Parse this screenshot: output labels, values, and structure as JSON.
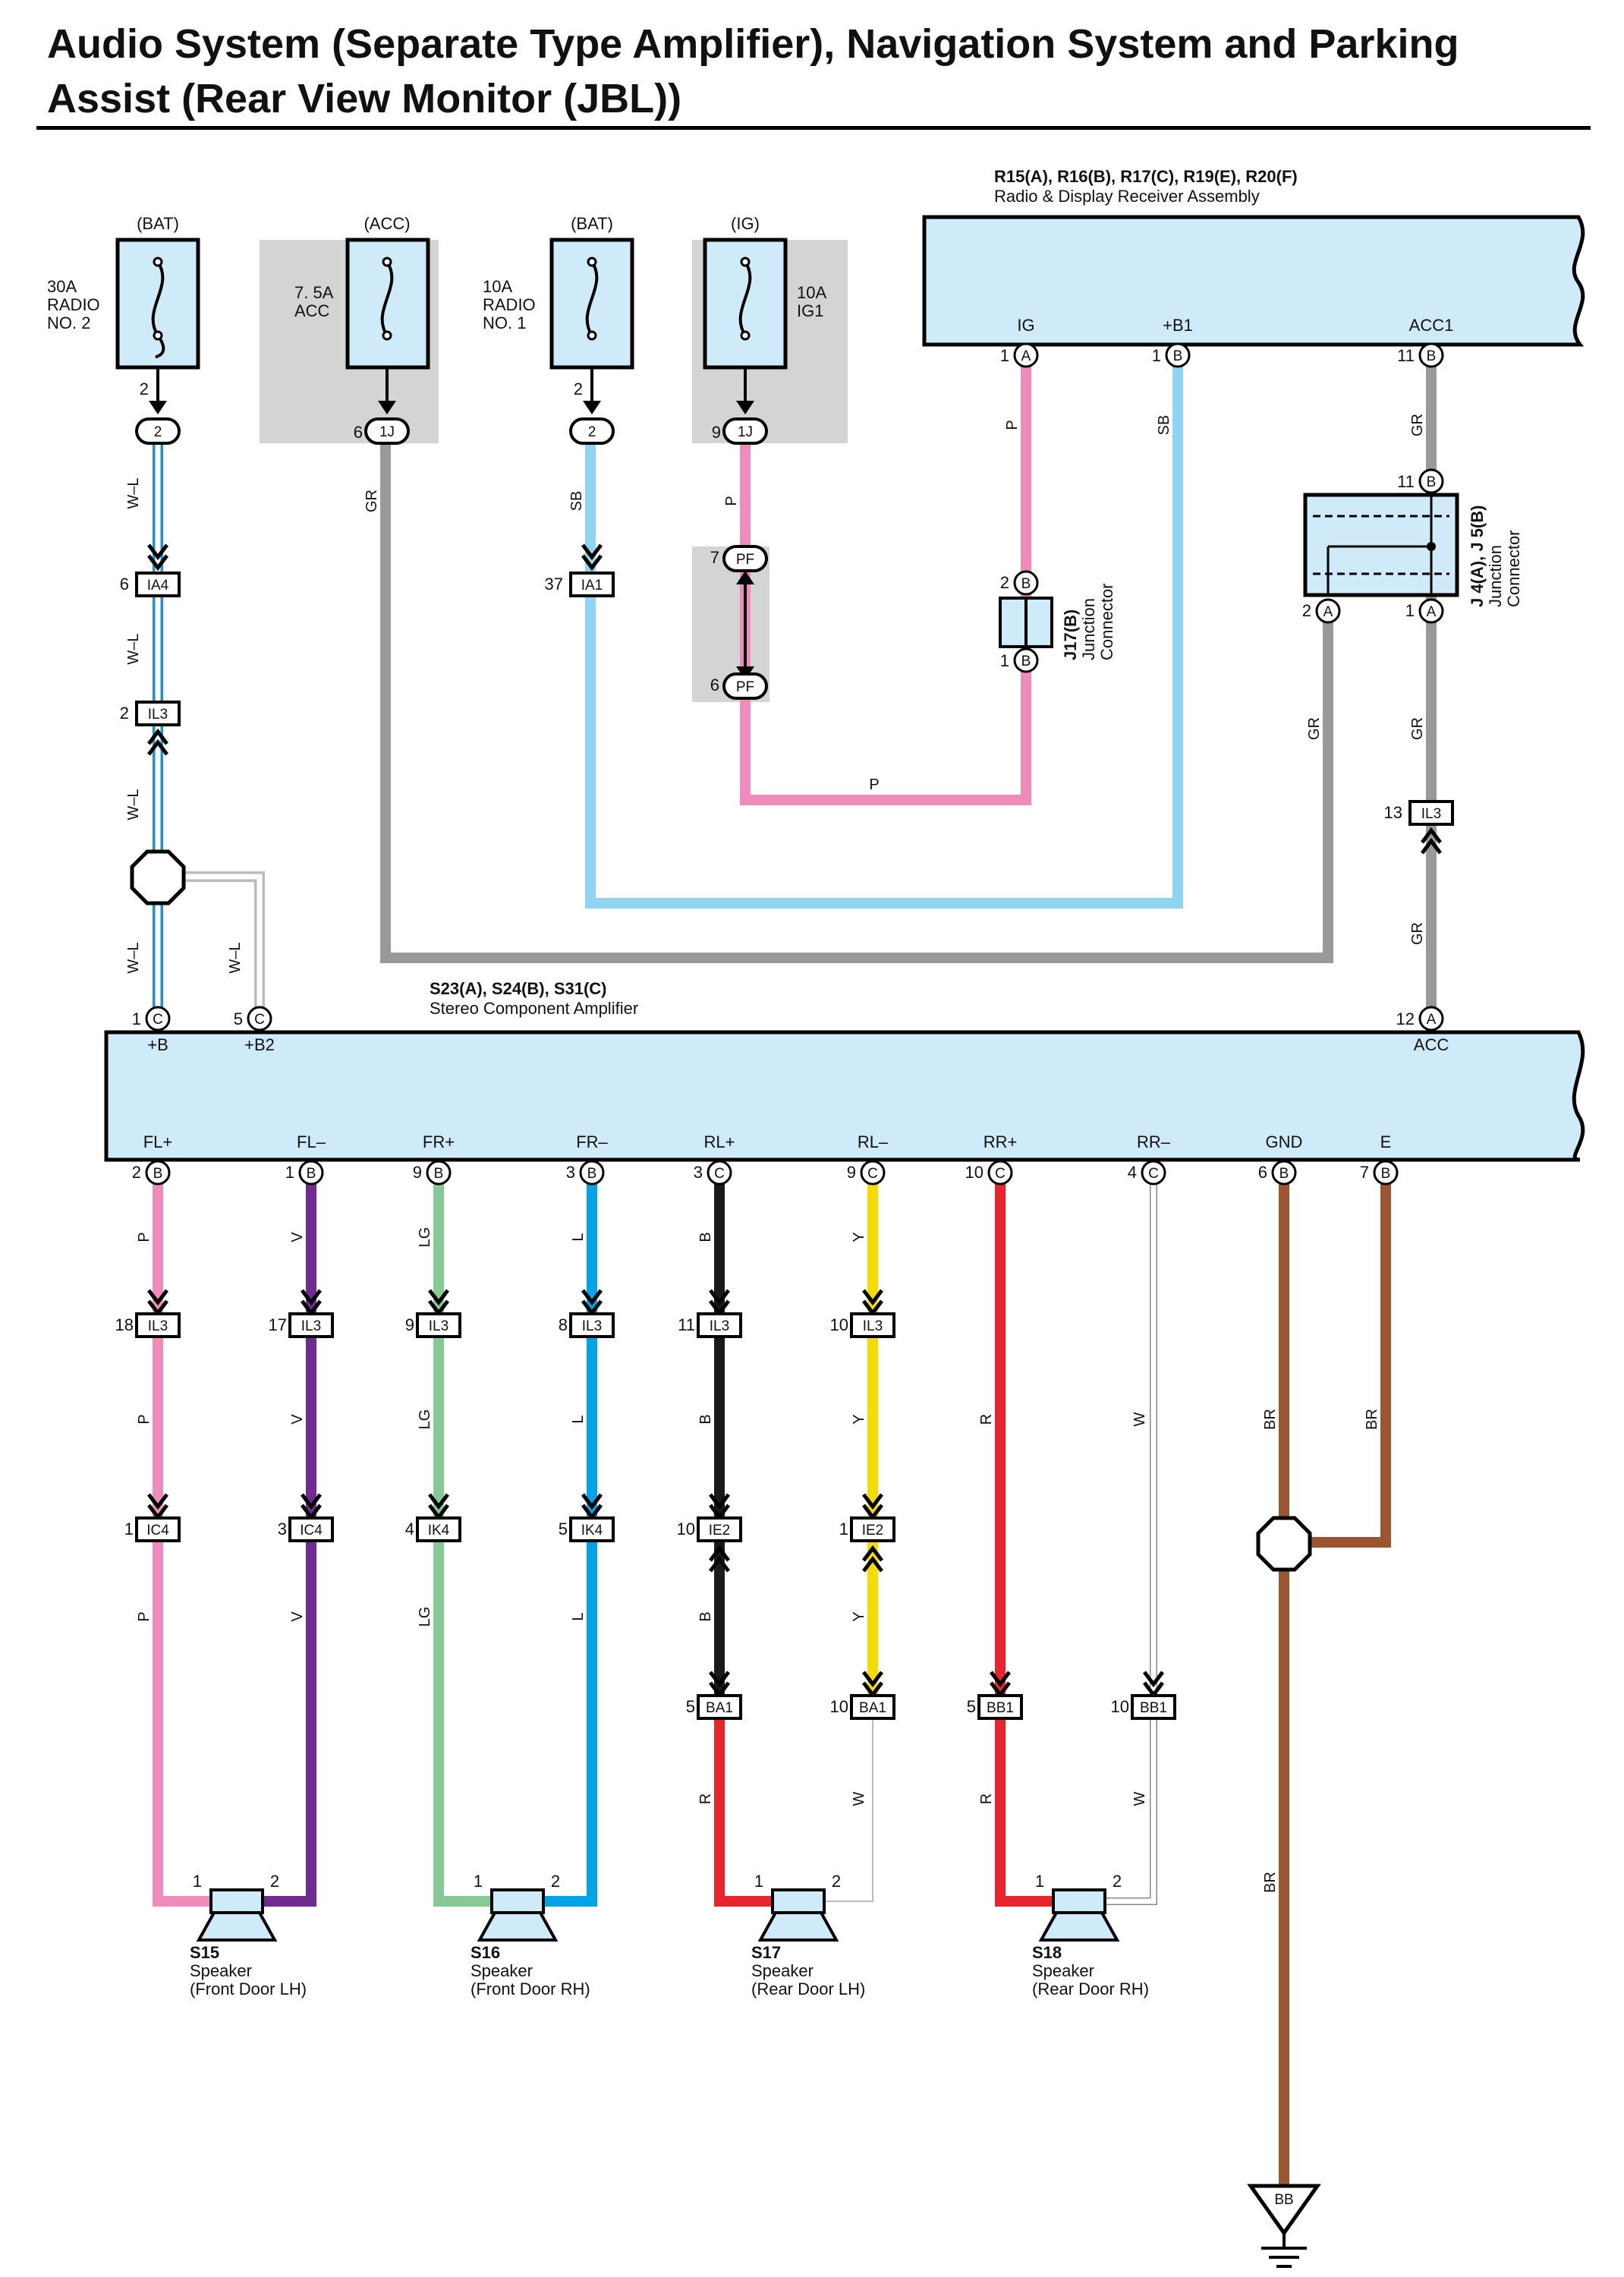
{
  "title": {
    "line1": "Audio System (Separate Type Amplifier), Navigation System and Parking",
    "line2": "Assist (Rear View Monitor (JBL))"
  },
  "colors": {
    "W-L": "#ffffff",
    "W-L_stripe": "#1e90d6",
    "GR": "#999999",
    "SB": "#8fd5f3",
    "P": "#f08cbc",
    "V": "#6f2b8f",
    "LG": "#86c995",
    "L": "#00a3e8",
    "B": "#1a1a1a",
    "Y": "#f4dc00",
    "R": "#e8242c",
    "W": "#ffffff",
    "BR": "#9b5530",
    "component_fill": "#cfeaf8",
    "shade": "#d4d4d4"
  },
  "fuses": [
    {
      "src": "(BAT)",
      "name_lines": [
        "30A",
        "RADIO",
        "NO. 2"
      ]
    },
    {
      "src": "(ACC)",
      "name_lines": [
        "7. 5A",
        "ACC"
      ]
    },
    {
      "src": "(BAT)",
      "name_lines": [
        "10A",
        "RADIO",
        "NO. 1"
      ]
    },
    {
      "src": "(IG)",
      "name_lines": [
        "10A",
        "IG1"
      ]
    }
  ],
  "radio": {
    "ref": "R15(A), R16(B), R17(C), R19(E), R20(F)",
    "name": "Radio & Display Receiver Assembly",
    "pins": [
      {
        "label": "IG",
        "num": "1",
        "conn": "A",
        "wire": "P"
      },
      {
        "label": "+B1",
        "num": "1",
        "conn": "B",
        "wire": "SB"
      },
      {
        "label": "ACC1",
        "num": "11",
        "conn": "B",
        "wire": "GR"
      }
    ]
  },
  "amplifier": {
    "ref": "S23(A), S24(B), S31(C)",
    "name": "Stereo Component Amplifier",
    "top_pins": [
      {
        "label": "+B",
        "num": "1",
        "conn": "C"
      },
      {
        "label": "+B2",
        "num": "5",
        "conn": "C"
      },
      {
        "label": "ACC",
        "num": "12",
        "conn": "A"
      }
    ],
    "bottom_pins": [
      {
        "label": "FL+",
        "num": "2",
        "conn": "B",
        "wire": "P"
      },
      {
        "label": "FL–",
        "num": "1",
        "conn": "B",
        "wire": "V"
      },
      {
        "label": "FR+",
        "num": "9",
        "conn": "B",
        "wire": "LG"
      },
      {
        "label": "FR–",
        "num": "3",
        "conn": "B",
        "wire": "L"
      },
      {
        "label": "RL+",
        "num": "3",
        "conn": "C",
        "wire": "B"
      },
      {
        "label": "RL–",
        "num": "9",
        "conn": "C",
        "wire": "Y"
      },
      {
        "label": "RR+",
        "num": "10",
        "conn": "C",
        "wire": "R"
      },
      {
        "label": "RR–",
        "num": "4",
        "conn": "C",
        "wire": "W"
      },
      {
        "label": "GND",
        "num": "6",
        "conn": "B",
        "wire": "BR"
      },
      {
        "label": "E",
        "num": "7",
        "conn": "B",
        "wire": "BR"
      }
    ]
  },
  "junctions": {
    "j17": {
      "ref": "J17(B)",
      "name_lines": [
        "Junction",
        "Connector"
      ],
      "pin_top": "2",
      "pin_bottom": "1",
      "conn": "B"
    },
    "j4j5": {
      "ref": "J 4(A), J 5(B)",
      "name_lines": [
        "Junction",
        "Connector"
      ],
      "pin_top": "11",
      "pin_top_conn": "B",
      "pin_a": "2",
      "pin_b": "1",
      "conn": "A"
    }
  },
  "connectors": {
    "fuse_out": [
      {
        "num": "2",
        "id": "2"
      },
      {
        "num": "6",
        "id": "1J"
      },
      {
        "num": "2",
        "id": "2"
      },
      {
        "num": "9",
        "id": "1J"
      }
    ],
    "pf_top": {
      "num": "7",
      "id": "PF"
    },
    "pf_bottom": {
      "num": "6",
      "id": "PF"
    },
    "ia4": {
      "num": "6",
      "id": "IA4"
    },
    "ia1": {
      "num": "37",
      "id": "IA1"
    },
    "il3_bl": {
      "num": "2",
      "id": "IL3"
    },
    "il3_acc": {
      "num": "13",
      "id": "IL3"
    },
    "row1": [
      {
        "num": "18",
        "id": "IL3"
      },
      {
        "num": "17",
        "id": "IL3"
      },
      {
        "num": "9",
        "id": "IL3"
      },
      {
        "num": "8",
        "id": "IL3"
      },
      {
        "num": "11",
        "id": "IL3"
      },
      {
        "num": "10",
        "id": "IL3"
      }
    ],
    "row2": [
      {
        "num": "1",
        "id": "IC4"
      },
      {
        "num": "3",
        "id": "IC4"
      },
      {
        "num": "4",
        "id": "IK4"
      },
      {
        "num": "5",
        "id": "IK4"
      },
      {
        "num": "10",
        "id": "IE2"
      },
      {
        "num": "1",
        "id": "IE2"
      }
    ],
    "row3": [
      {
        "num": "5",
        "id": "BA1"
      },
      {
        "num": "10",
        "id": "BA1"
      },
      {
        "num": "5",
        "id": "BB1"
      },
      {
        "num": "10",
        "id": "BB1"
      }
    ]
  },
  "speakers": [
    {
      "ref": "S15",
      "name": "Speaker",
      "loc": "(Front Door LH)",
      "pin1": "1",
      "pin2": "2"
    },
    {
      "ref": "S16",
      "name": "Speaker",
      "loc": "(Front Door RH)",
      "pin1": "1",
      "pin2": "2"
    },
    {
      "ref": "S17",
      "name": "Speaker",
      "loc": "(Rear Door LH)",
      "pin1": "1",
      "pin2": "2"
    },
    {
      "ref": "S18",
      "name": "Speaker",
      "loc": "(Rear Door RH)",
      "pin1": "1",
      "pin2": "2"
    }
  ],
  "ground": {
    "id": "BB"
  },
  "wire_labels": {
    "wl": "W–L",
    "gr": "GR",
    "sb": "SB",
    "p": "P",
    "v": "V",
    "lg": "LG",
    "l": "L",
    "b": "B",
    "y": "Y",
    "r": "R",
    "w": "W",
    "br": "BR"
  }
}
